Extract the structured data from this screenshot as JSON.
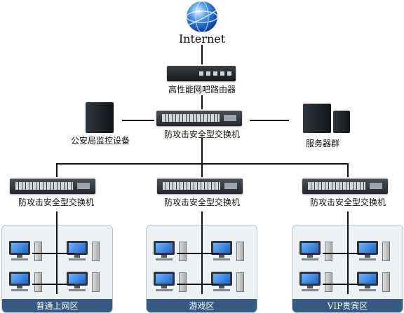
{
  "internet": {
    "label": "Internet"
  },
  "router": {
    "label": "高性能网吧路由器"
  },
  "core_switch": {
    "label": "防攻击安全型交换机"
  },
  "police_device": {
    "label": "公安局监控设备"
  },
  "server_group": {
    "label": "服务器群"
  },
  "access_switches": [
    {
      "label": "防攻击安全型交换机"
    },
    {
      "label": "防攻击安全型交换机"
    },
    {
      "label": "防攻击安全型交换机"
    }
  ],
  "zones": [
    {
      "label": "普通上网区"
    },
    {
      "label": "游戏区"
    },
    {
      "label": "VIP贵宾区"
    }
  ]
}
